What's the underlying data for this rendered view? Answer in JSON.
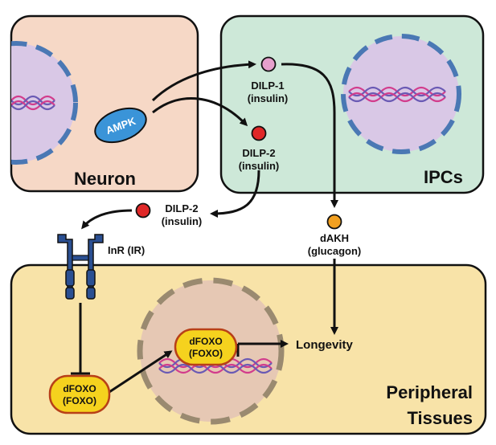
{
  "compartments": {
    "neuron": "Neuron",
    "ipcs": "IPCs",
    "peripheral_line1": "Peripheral",
    "peripheral_line2": "Tissues"
  },
  "molecules": {
    "ampk": "AMPK",
    "dilp1_name": "DILP-1",
    "dilp1_sub": "(insulin)",
    "dilp2_name": "DILP-2",
    "dilp2_sub": "(insulin)",
    "dilp2_secreted_name": "DILP-2",
    "dilp2_secreted_sub": "(insulin)",
    "dakh_name": "dAKH",
    "dakh_sub": "(glucagon)",
    "receptor": "InR (IR)",
    "dfoxo_cyto_line1": "dFOXO",
    "dfoxo_cyto_line2": "(FOXO)",
    "dfoxo_nuc_line1": "dFOXO",
    "dfoxo_nuc_line2": "(FOXO)"
  },
  "outcome": "Longevity",
  "colors": {
    "neuron_fill": "#f6d8c6",
    "ipcs_fill": "#cde8d8",
    "peripheral_fill": "#f8e3a8",
    "nucleus_fill": "#d9c8e6",
    "nucleus_border": "#4a78b4",
    "peripheral_nucleus_fill": "#e6c8b4",
    "peripheral_nucleus_border": "#9a8a70",
    "dilp1": "#e6a0cc",
    "dilp2": "#e02828",
    "dakh": "#f2a020",
    "ampk": "#3a94d8",
    "receptor": "#2a4f92",
    "dfoxo_fill": "#f5d21e",
    "dfoxo_border": "#b84018",
    "dna_pink": "#d23c8c",
    "dna_blue": "#6a5ab4"
  },
  "icons": {
    "dna": "dna-helix-icon",
    "receptor": "receptor-icon"
  }
}
